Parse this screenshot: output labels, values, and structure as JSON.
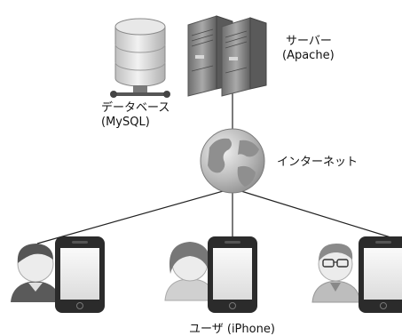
{
  "diagram": {
    "server_label_line1": "サーバー",
    "server_label_line2": "(Apache)",
    "database_label_line1": "データベース",
    "database_label_line2": "(MySQL)",
    "internet_label": "インターネット",
    "users_label": "ユーザ (iPhone)"
  },
  "colors": {
    "line": "#222222",
    "server_body": "#8a8a8a",
    "db_body": "#d9d9d9",
    "globe": "#bdbdbd",
    "phone_body": "#2b2b2b",
    "phone_screen": "#efefef",
    "skin": "#e9e9e9",
    "hair": "#666666"
  },
  "icons": [
    "database-icon",
    "server-icon",
    "globe-icon",
    "user-icon",
    "smartphone-icon"
  ]
}
